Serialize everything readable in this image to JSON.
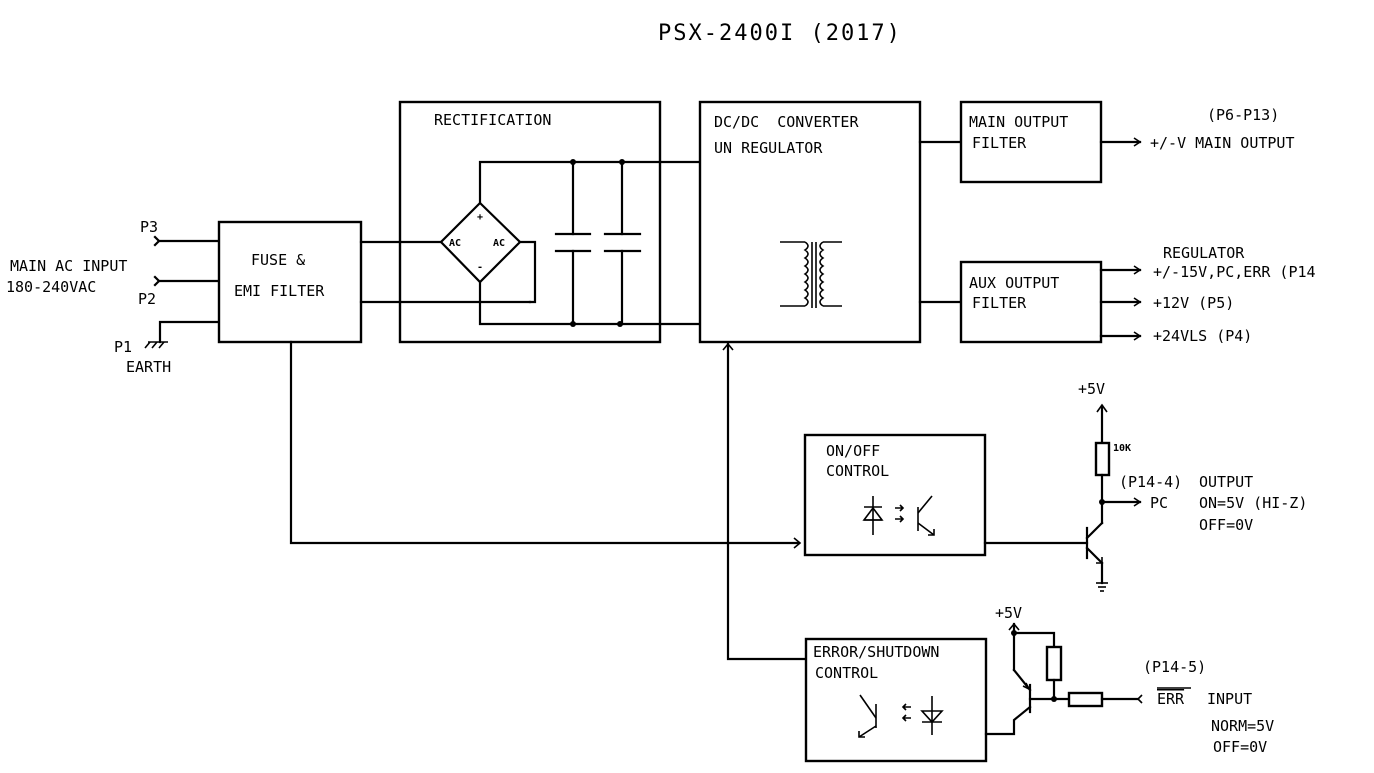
{
  "title": "PSX-2400I (2017)",
  "input": {
    "label_line1": "MAIN AC INPUT",
    "label_line2": "180-240VAC",
    "pins": {
      "p3": "P3",
      "p2": "P2",
      "p1": "P1",
      "earth": "EARTH"
    }
  },
  "blocks": {
    "fuse": {
      "line1": "FUSE &",
      "line2": "EMI FILTER"
    },
    "rectification": {
      "title": "RECTIFICATION",
      "bridge_ac_left": "AC",
      "bridge_ac_right": "AC",
      "bridge_plus": "+",
      "bridge_minus": "-"
    },
    "converter": {
      "line1": "DC/DC  CONVERTER",
      "line2": "UN REGULATOR"
    },
    "main_filter": {
      "line1": "MAIN OUTPUT",
      "line2": "FILTER"
    },
    "aux_filter": {
      "line1": "AUX OUTPUT",
      "line2": "FILTER"
    },
    "onoff": {
      "line1": "ON/OFF",
      "line2": "CONTROL"
    },
    "error": {
      "line1": "ERROR/SHUTDOWN",
      "line2": "CONTROL"
    }
  },
  "outputs": {
    "main_pins": "(P6-P13)",
    "main": "+/-V MAIN OUTPUT",
    "regulator_title": "REGULATOR",
    "regulator": "+/-15V,PC,ERR (P14",
    "v12": "+12V (P5)",
    "v24": "+24VLS (P4)"
  },
  "pc_output": {
    "supply": "+5V",
    "resistor": "10K",
    "pin": "(P14-4)",
    "type": "OUTPUT",
    "signal": "PC",
    "on_state": "ON=5V (HI-Z)",
    "off_state": "OFF=0V"
  },
  "err_input": {
    "supply": "+5V",
    "pin": "(P14-5)",
    "signal": "ERR",
    "type": "INPUT",
    "norm_state": "NORM=5V",
    "off_state": "OFF=0V"
  }
}
